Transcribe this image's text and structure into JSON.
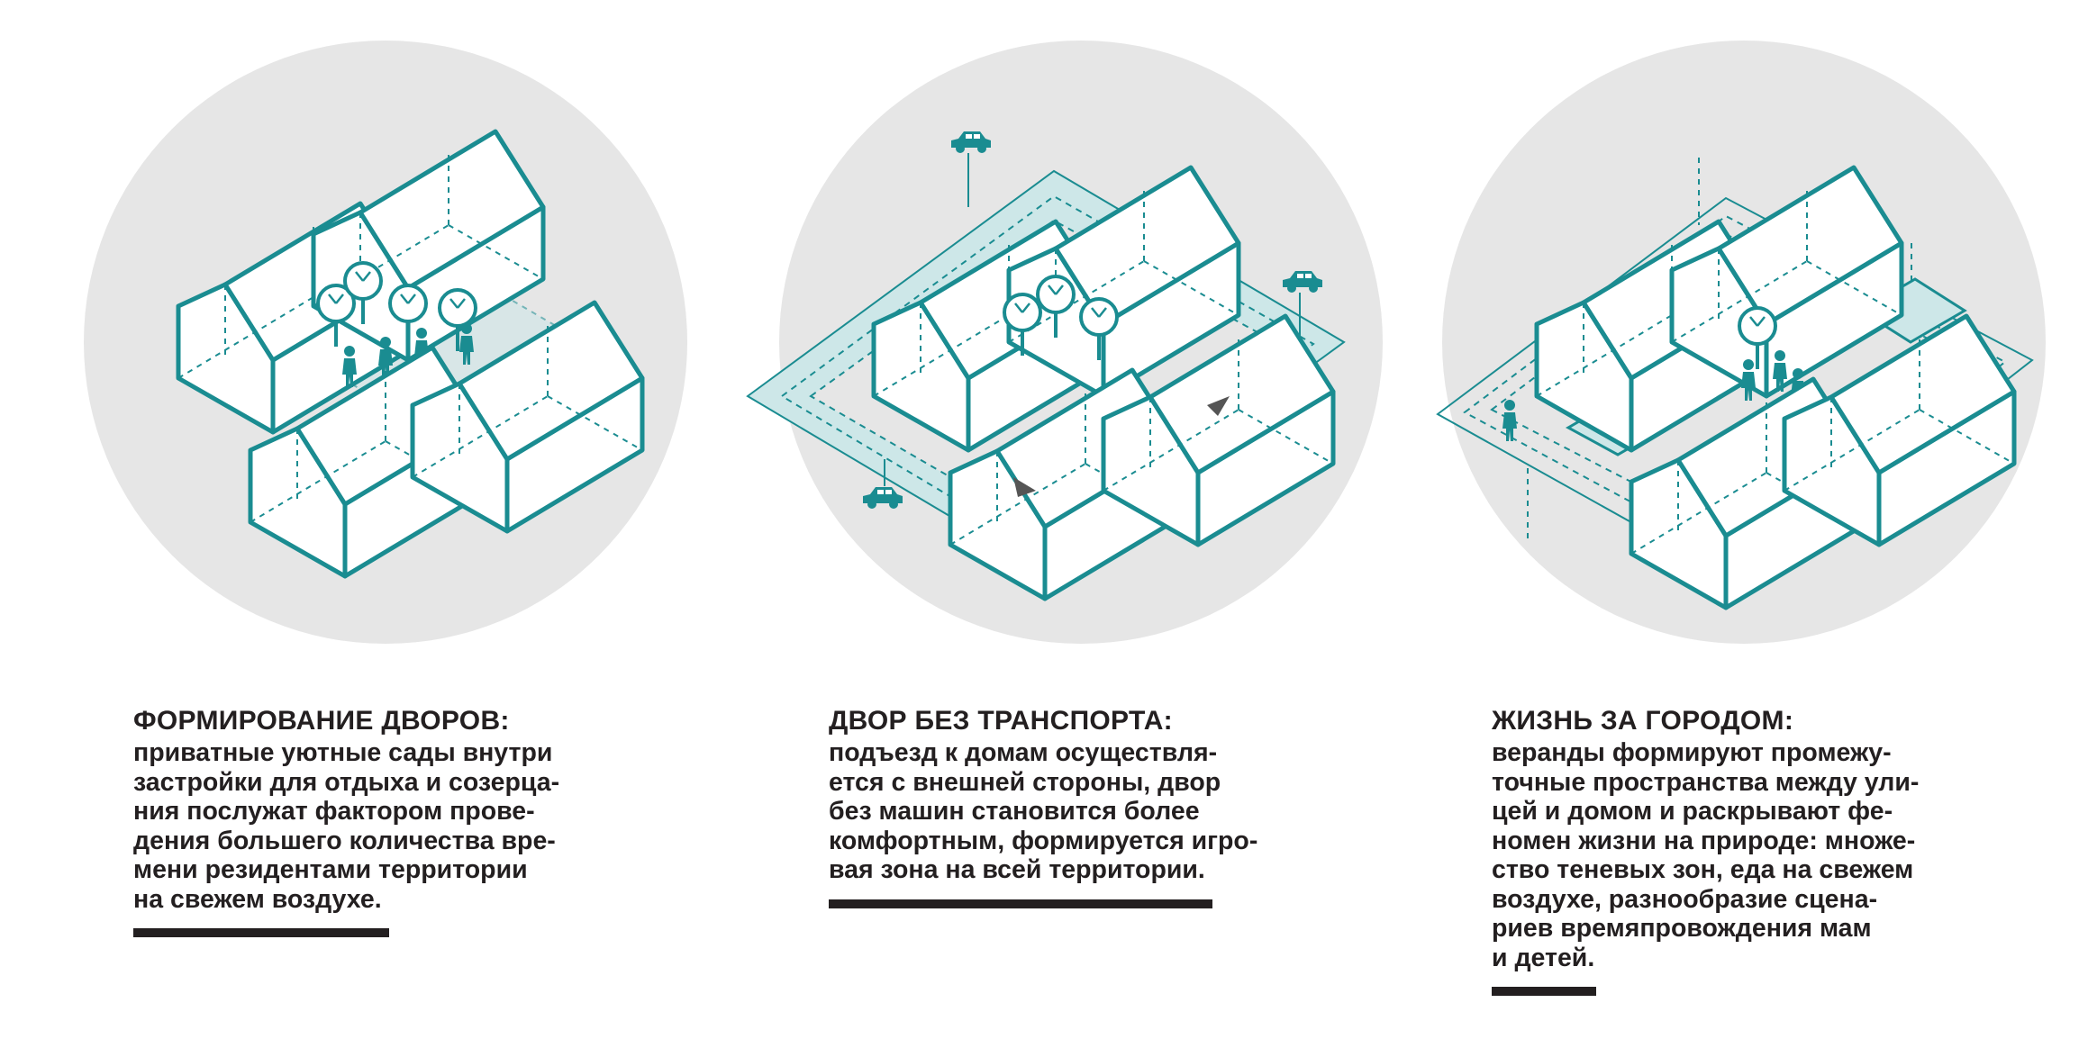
{
  "colors": {
    "teal": "#1a8c91",
    "teal_fill": "#cde7e8",
    "circle_bg": "#e6e6e6",
    "text": "#231f20",
    "rule": "#231f20"
  },
  "panels": [
    {
      "title": "ФОРМИРОВАНИЕ ДВОРОВ:",
      "lines": [
        "приватные уютные сады внутри",
        "застройки для отдыха и созерца-",
        "ния послужат фактором прове-",
        "дения большего количества вре-",
        "мени резидентами территории",
        "на свежем воздухе."
      ]
    },
    {
      "title": "ДВОР БЕЗ ТРАНСПОРТА:",
      "lines": [
        "подъезд к домам осуществля-",
        "ется с внешней стороны, двор",
        "без машин становится более",
        "комфортным, формируется игро-",
        "вая зона на всей территории."
      ]
    },
    {
      "title": "ЖИЗНЬ ЗА ГОРОДОМ:",
      "lines": [
        "веранды формируют промежу-",
        "точные пространства между ули-",
        "цей и домом и раскрывают фе-",
        "номен жизни на природе: множе-",
        "ство теневых зон, еда на свежем",
        "воздухе, разнообразие сцена-",
        "риев времяпровождения мам",
        "и детей."
      ]
    }
  ]
}
